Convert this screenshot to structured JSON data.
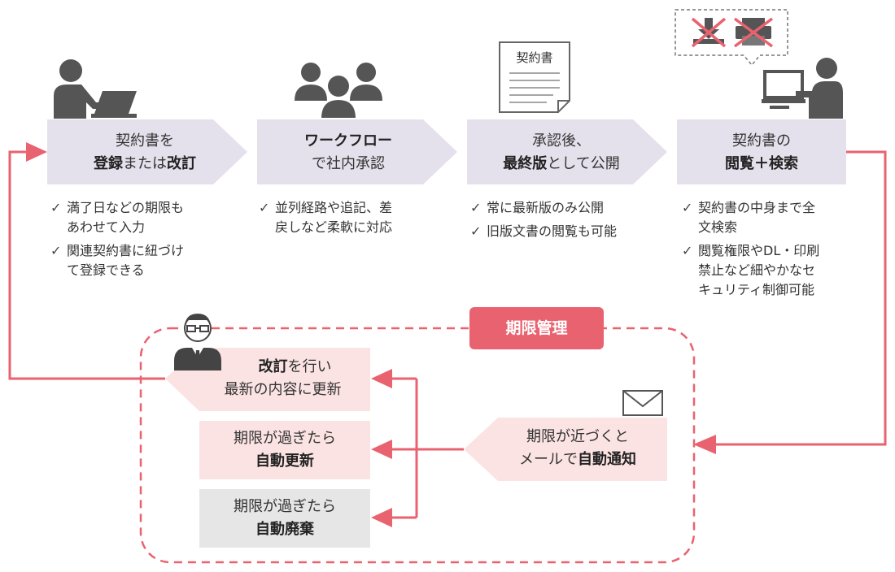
{
  "steps": [
    {
      "line1": "契約書を",
      "line2_bold": "登録",
      "line2_mid": "または",
      "line2_bold2": "改訂"
    },
    {
      "line1_bold": "ワークフロー",
      "line2": "で社内承認"
    },
    {
      "line1": "承認後、",
      "line2_bold": "最終版",
      "line2_rest": "として公開"
    },
    {
      "line1": "契約書の",
      "line2_bold": "閲覧＋検索"
    }
  ],
  "notes": [
    [
      "満了日などの期限もあわせて入力",
      "関連契約書に紐づけて登録できる"
    ],
    [
      "並列経路や追記、差戻しなど柔軟に対応"
    ],
    [
      "常に最新版のみ公開",
      "旧版文書の閲覧も可能"
    ],
    [
      "契約書の中身まで全文検索",
      "閲覧権限やDL・印刷禁止など細やかなセキュリティ制御可能"
    ]
  ],
  "note_lines": [
    [
      "満了日などの期限も",
      "あわせて入力",
      "関連契約書に紐づけ",
      "て登録できる"
    ],
    [
      "並列経路や追記、差",
      "戻しなど柔軟に対応"
    ],
    [
      "常に最新版のみ公開",
      "旧版文書の閲覧も可能"
    ],
    [
      "契約書の中身まで全",
      "文検索",
      "閲覧権限やDL・印刷",
      "禁止など細やかなセ",
      "キュリティ制御可能"
    ]
  ],
  "checkmark": "✓",
  "document_label": "契約書",
  "deadline_badge": "期限管理",
  "notify": {
    "line1": "期限が近づくと",
    "line2_pre": "メールで",
    "line2_bold": "自動通知"
  },
  "revise": {
    "line1_bold": "改訂",
    "line1_rest": "を行い",
    "line2": "最新の内容に更新"
  },
  "auto_renew": {
    "line1": "期限が過ぎたら",
    "line2_bold": "自動更新"
  },
  "auto_discard": {
    "line1": "期限が過ぎたら",
    "line2_bold": "自動廃棄"
  },
  "icons": [
    "person-laptop-icon",
    "group-icon",
    "document-icon",
    "person-computer-icon",
    "download-prohibited-icon",
    "print-prohibited-icon",
    "envelope-icon",
    "businessman-icon"
  ],
  "colors": {
    "accent": "#e9626f",
    "chevron": "#e5e1ec",
    "pink_box": "#fbe3e3",
    "gray_box": "#e6e6e6",
    "icon_gray": "#555555"
  }
}
